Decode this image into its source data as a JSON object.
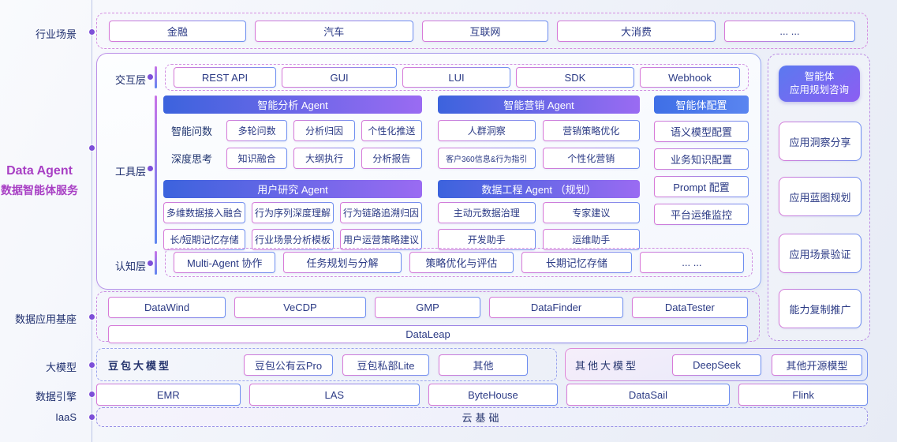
{
  "page": {
    "title_en": "Data Agent",
    "title_cn": "数据智能体服务"
  },
  "side_labels": {
    "industry": "行业场景",
    "foundation": "数据应用基座",
    "llm": "大模型",
    "engine": "数据引擎",
    "iaas": "IaaS"
  },
  "industry_row": {
    "items": [
      "金融",
      "汽车",
      "互联网",
      "大消费",
      "... ..."
    ]
  },
  "layers": {
    "interaction": "交互层",
    "tool": "工具层",
    "cognition": "认知层"
  },
  "interaction_row": {
    "items": [
      "REST API",
      "GUI",
      "LUI",
      "SDK",
      "Webhook"
    ]
  },
  "analysis_agent": {
    "title": "智能分析 Agent",
    "row1_label": "智能问数",
    "row1": [
      "多轮问数",
      "分析归因",
      "个性化推送"
    ],
    "row2_label": "深度思考",
    "row2": [
      "知识融合",
      "大纲执行",
      "分析报告"
    ]
  },
  "marketing_agent": {
    "title": "智能营销 Agent",
    "row1": [
      "人群洞察",
      "营销策略优化"
    ],
    "row2": [
      "客户360信息&行为指引",
      "个性化营销"
    ]
  },
  "research_agent": {
    "title": "用户研究 Agent",
    "row1": [
      "多维数据接入融合",
      "行为序列深度理解",
      "行为链路追溯归因"
    ],
    "row2": [
      "长/短期记忆存储",
      "行业场景分析模板",
      "用户运营策略建议"
    ]
  },
  "engineering_agent": {
    "title": "数据工程 Agent （规划）",
    "row1": [
      "主动元数据治理",
      "专家建议"
    ],
    "row2": [
      "开发助手",
      "运维助手"
    ]
  },
  "agent_config": {
    "title": "智能体配置",
    "items": [
      "语义模型配置",
      "业务知识配置",
      "Prompt 配置",
      "平台运维监控"
    ]
  },
  "cognition_row": {
    "items": [
      "Multi-Agent 协作",
      "任务规划与分解",
      "策略优化与评估",
      "长期记忆存储",
      "... ..."
    ]
  },
  "consulting": {
    "header_line1": "智能体",
    "header_line2": "应用规划咨询",
    "items": [
      "应用洞察分享",
      "应用蓝图规划",
      "应用场景验证",
      "能力复制推广"
    ]
  },
  "foundation_row": {
    "items": [
      "DataWind",
      "VeCDP",
      "GMP",
      "DataFinder",
      "DataTester"
    ],
    "wide_item": "DataLeap"
  },
  "llm_row": {
    "doubao_label": "豆包大模型",
    "doubao_items": [
      "豆包公有云Pro",
      "豆包私部Lite",
      "其他"
    ],
    "others_label": "其他大模型",
    "others_items": [
      "DeepSeek",
      "其他开源模型"
    ]
  },
  "engine_row": {
    "items": [
      "EMR",
      "LAS",
      "ByteHouse",
      "DataSail",
      "Flink"
    ]
  },
  "iaas_row": {
    "label": "云基础"
  },
  "colors": {
    "header_gradient_start": "#3c63dd",
    "header_gradient_end": "#9a6bf2",
    "config_header_blue": "#4476e8",
    "box_text_navy": "#2b3a85",
    "title_magenta": "#a83fc4",
    "border_pink": "#d87ad8",
    "border_blue": "#6e8ef0"
  }
}
